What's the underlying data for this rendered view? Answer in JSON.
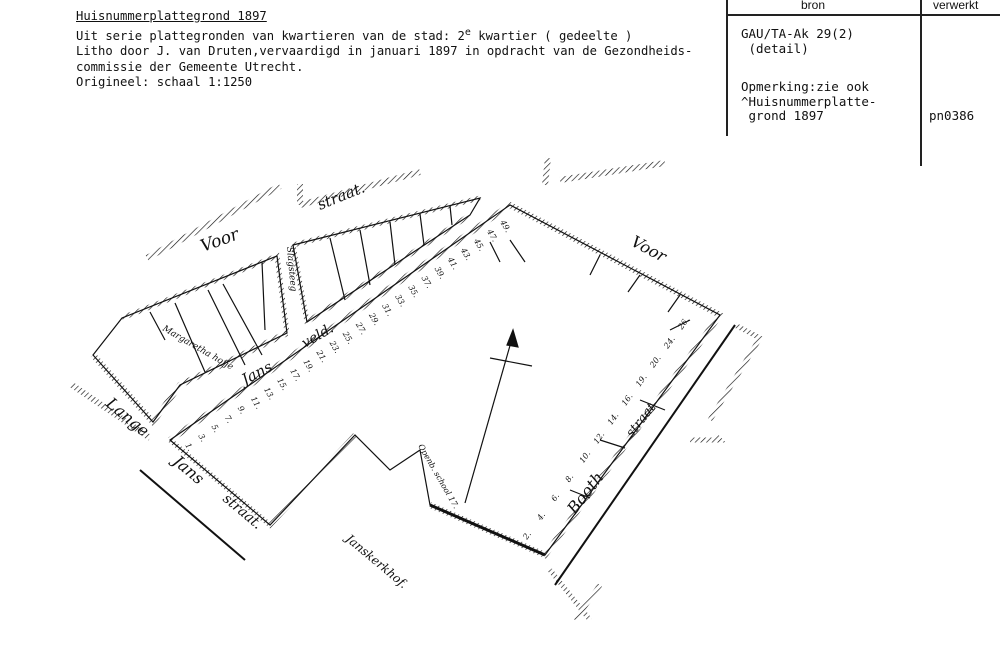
{
  "header": {
    "title": "Huisnummerplattegrond 1897",
    "line1_a": "Uit serie plattegronden van kwartieren van de stad: 2",
    "line1_sup": "e",
    "line1_b": " kwartier ( gedeelte )",
    "line2": "Litho door J. van Druten,vervaardigd in januari 1897 in opdracht van de Gezondheids-",
    "line3": "commissie der Gemeente Utrecht.",
    "line4": "Origineel: schaal 1:1250"
  },
  "table": {
    "col_bron": "bron",
    "col_verwerkt": "verwerkt",
    "source_line1": "GAU/TA-Ak 29(2)",
    "source_line2": " (detail)",
    "remark_line1": "Opmerking:zie ook",
    "remark_line2": "^Huisnummerplatte-",
    "remark_line3": " grond 1897",
    "code": "pn0386"
  },
  "map": {
    "streets": {
      "voor_left": "Voor",
      "straat_top": "straat.",
      "voor_right": "Voor",
      "lange": "Lange",
      "jans_street": "Jans",
      "straat_bottom": "straat.",
      "jans_veld": "Jans",
      "veld": "veld.",
      "booth": "Booth",
      "straat_booth": "straat",
      "janskerkhof": "Janskerkhof.",
      "hofje": "Margaretha hofje",
      "steeg": "Slagsteeg",
      "school": "Openb. school 17."
    },
    "house_numbers": [
      "1.",
      "3.",
      "5.",
      "7.",
      "9.",
      "11.",
      "13.",
      "15.",
      "17.",
      "19.",
      "21.",
      "23.",
      "25.",
      "27.",
      "29.",
      "31.",
      "33.",
      "35.",
      "37.",
      "39.",
      "41.",
      "43.",
      "45.",
      "47.",
      "49.",
      "2.",
      "4.",
      "6.",
      "8.",
      "10.",
      "12.",
      "14.",
      "16.",
      "19.",
      "20.",
      "24.",
      "26."
    ]
  }
}
